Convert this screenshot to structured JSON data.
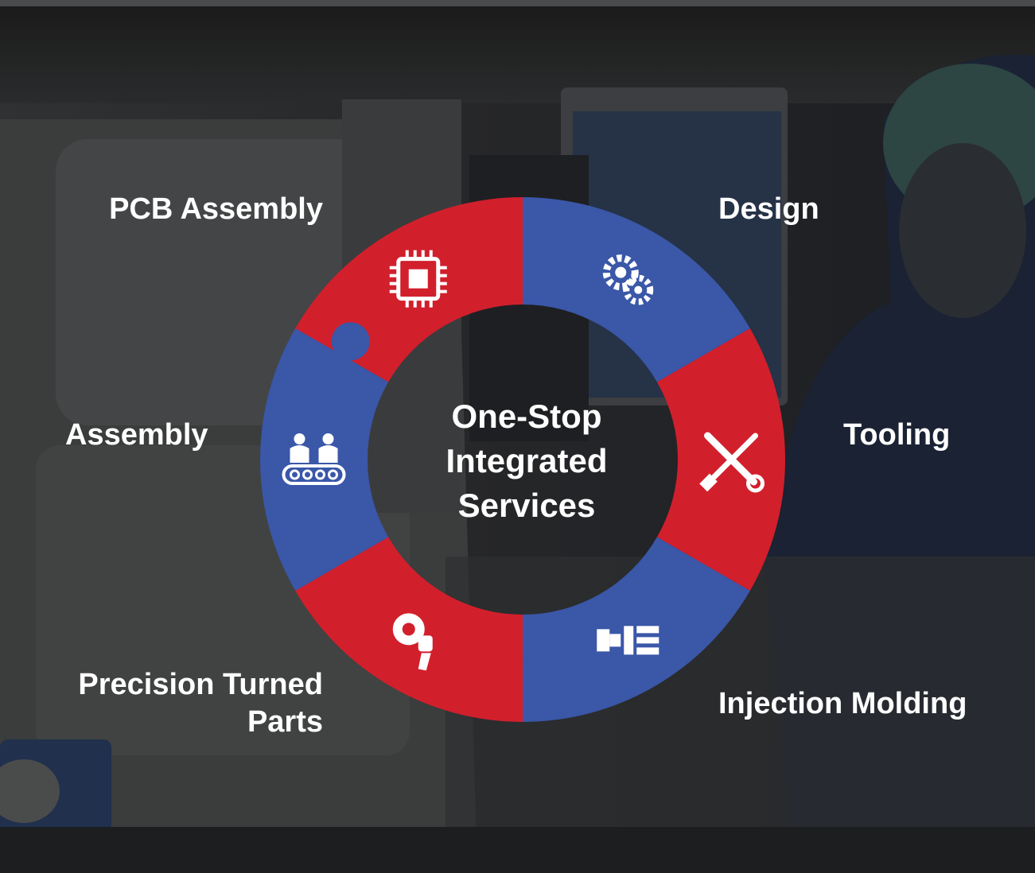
{
  "center_title": {
    "line1": "One-Stop",
    "line2": "Integrated",
    "line3": "Services"
  },
  "segments": [
    {
      "id": "pcb-assembly",
      "label": "PCB Assembly",
      "icon": "chip-icon",
      "color": "#d21f2c"
    },
    {
      "id": "design",
      "label": "Design",
      "icon": "gears-icon",
      "color": "#3a57a8"
    },
    {
      "id": "tooling",
      "label": "Tooling",
      "icon": "wrench-screwdriver-icon",
      "color": "#d21f2c"
    },
    {
      "id": "injection-molding",
      "label": "Injection Molding",
      "icon": "mold-icon",
      "color": "#3a57a8"
    },
    {
      "id": "precision-turned-parts",
      "label_line1": "Precision Turned",
      "label_line2": "Parts",
      "icon": "turning-machine-icon",
      "color": "#d21f2c"
    },
    {
      "id": "assembly",
      "label": "Assembly",
      "icon": "assembly-line-icon",
      "color": "#3a57a8"
    }
  ],
  "colors": {
    "red": "#d21f2c",
    "blue": "#3a57a8",
    "text": "#ffffff"
  }
}
